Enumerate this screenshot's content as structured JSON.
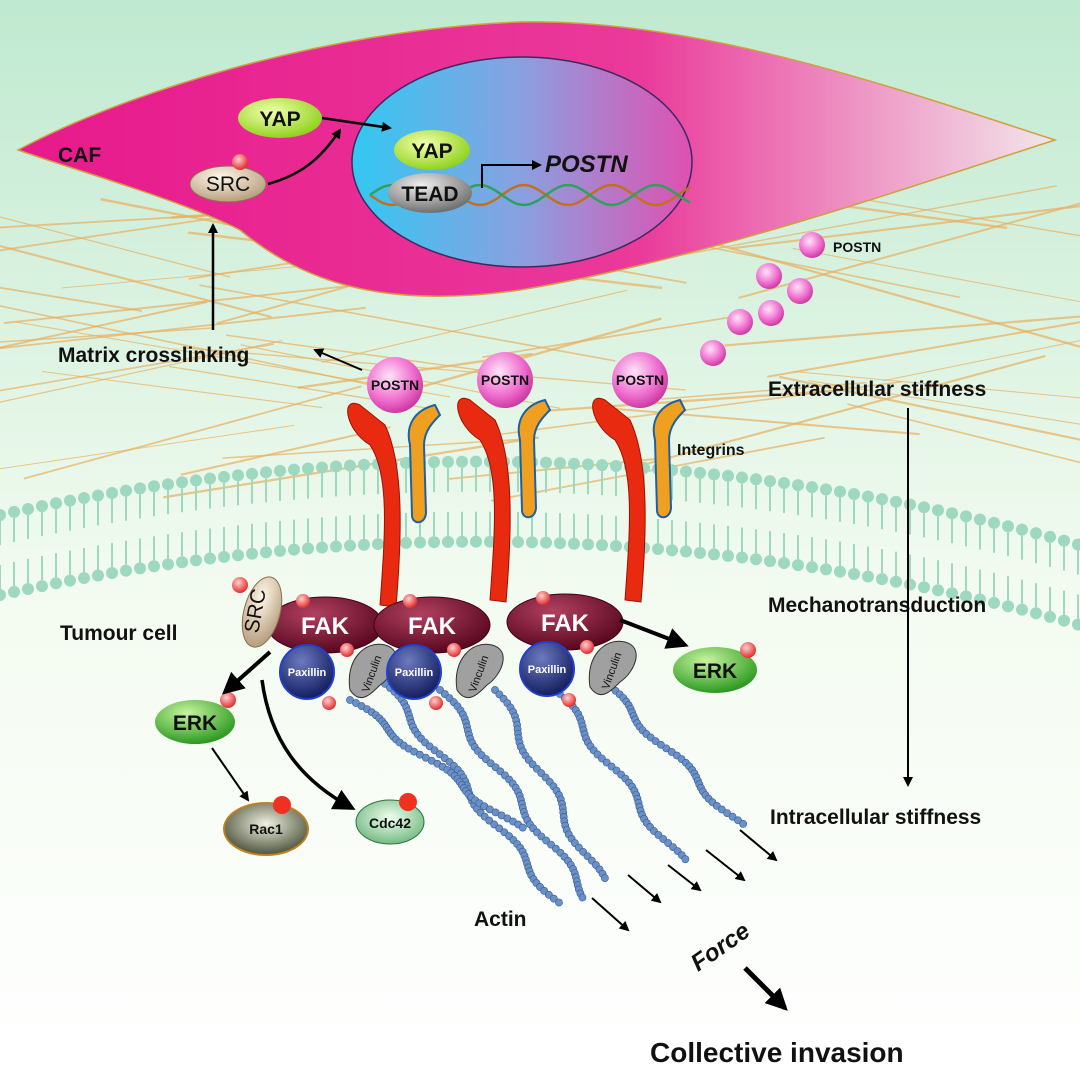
{
  "caf": {
    "label": "CAF",
    "yap_cytoplasm": "YAP",
    "src": "SRC",
    "yap_nucleus": "YAP",
    "tead": "TEAD",
    "gene": "POSTN"
  },
  "secreted_postn_label": "POSTN",
  "matrix_crosslinking": "Matrix crosslinking",
  "integrin_ligands": [
    "POSTN",
    "POSTN",
    "POSTN"
  ],
  "integrins_label": "Integrins",
  "side_labels": {
    "extracellular": "Extracellular stiffness",
    "mechanotransduction": "Mechanotransduction",
    "intracellular": "Intracellular stiffness"
  },
  "tumour_cell": {
    "label": "Tumour cell",
    "src": "SRC",
    "fak": [
      "FAK",
      "FAK",
      "FAK"
    ],
    "paxillin": [
      "Paxillin",
      "Paxillin",
      "Paxillin"
    ],
    "vinculin": [
      "Vinculin",
      "Vinculin",
      "Vinculin"
    ],
    "erk_left": "ERK",
    "erk_right": "ERK",
    "rac1": "Rac1",
    "cdc42": "Cdc42",
    "actin": "Actin",
    "force": "Force",
    "outcome": "Collective invasion"
  },
  "colors": {
    "caf": "#e8198c",
    "nucleus": "#3cc8f0",
    "yap": "#b6ea2a",
    "fak": "#7a1030",
    "paxillin": "#1c2a7a",
    "erk": "#44b030",
    "postn": "#f070d0",
    "membrane": "#9fd8c0"
  }
}
